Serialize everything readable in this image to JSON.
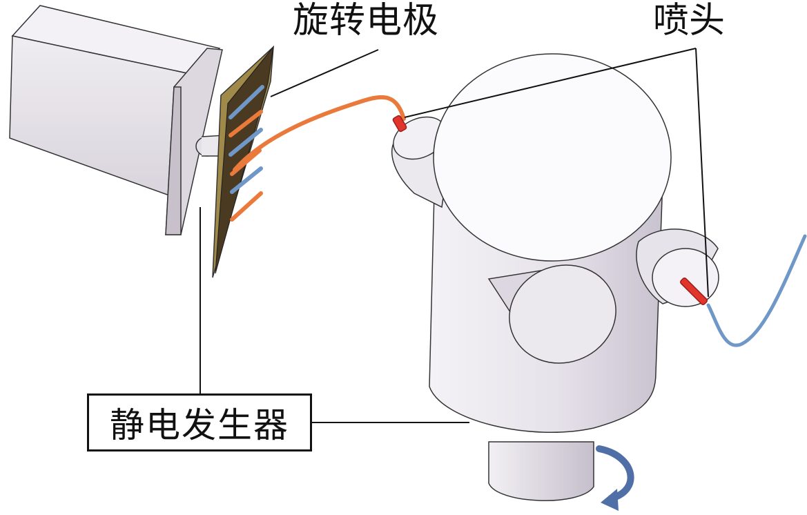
{
  "labels": {
    "rotating_electrode": "旋转电极",
    "nozzle": "喷头",
    "generator": "静电发生器"
  },
  "colors": {
    "body_light": "#ece9ee",
    "body_mid": "#d6d1da",
    "body_dark": "#b9b2bf",
    "electrode_plate": "#4a3a22",
    "electrode_edge": "#a08a4a",
    "orange_fiber": "#ea7a3c",
    "blue_fiber": "#6f98c8",
    "nozzle_red": "#e0342c",
    "arrow_blue": "#4f6fa6",
    "line": "#111111"
  },
  "icons": {
    "rotation": "curved-arrow-icon"
  }
}
